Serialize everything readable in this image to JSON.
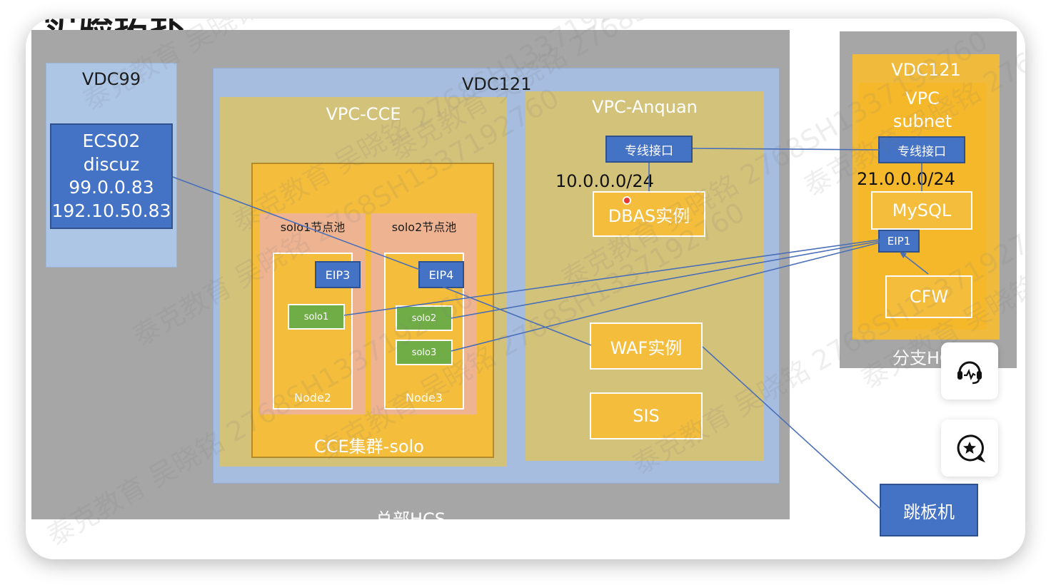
{
  "title_text": "实验拓扑",
  "hq_label": "总部HCS",
  "branch_label": "分支HCS",
  "vdc99": {
    "label": "VDC99",
    "ecs": {
      "line1": "ECS02",
      "line2": "discuz",
      "line3": "99.0.0.83",
      "line4": "192.10.50.83"
    }
  },
  "vdc121": {
    "label": "VDC121",
    "vpc_cce": {
      "label": "VPC-CCE",
      "cluster_label": "CCE集群-solo",
      "pool1": {
        "label": "solo1节点池",
        "node_label": "Node2",
        "eip": "EIP3",
        "pods": [
          "solo1"
        ]
      },
      "pool2": {
        "label": "solo2节点池",
        "node_label": "Node3",
        "eip": "EIP4",
        "pods": [
          "solo2",
          "solo3"
        ]
      }
    },
    "vpc_anquan": {
      "label": "VPC-Anquan",
      "dc_interface": "专线接口",
      "subnet": "10.0.0.0/24",
      "dbas": "DBAS实例",
      "waf": "WAF实例",
      "sis": "SIS"
    }
  },
  "branch_vdc121": {
    "label": "VDC121",
    "vpc_subnet_label": "VPC subnet",
    "dc_interface": "专线接口",
    "subnet": "21.0.0.0/24",
    "mysql": "MySQL",
    "eip": "EIP1",
    "cfw": "CFW"
  },
  "jump_host": "跳板机",
  "watermark_texts": [
    "泰克教育",
    "吴晓铭",
    "2768SH1337192760"
  ],
  "side_buttons": [
    {
      "name": "customer-service",
      "icon": "headset-icon"
    },
    {
      "name": "favorite",
      "icon": "star-chat-icon"
    }
  ],
  "colors": {
    "gray_region": "#a6a6a6",
    "vdc_blue": "#a6bddf",
    "vpc_olive": "#d3c27a",
    "gold": "#f4bd3b",
    "pool_salmon": "#eeb492",
    "box_blue": "#4472c4",
    "pod_green": "#70ad47",
    "link_line": "#4a6fb8"
  }
}
